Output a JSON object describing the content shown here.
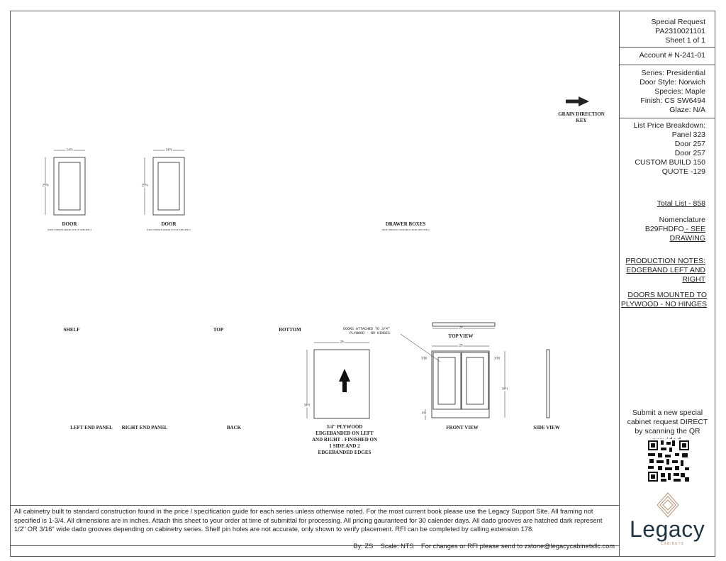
{
  "header": {
    "title": "Special Request",
    "request_number": "PA2310021101",
    "sheet": "Sheet 1 of 1",
    "account": "Account # N-241-01"
  },
  "specs": {
    "series": "Series: Presidential",
    "door_style": "Door Style: Norwich",
    "species": "Species: Maple",
    "finish": "Finish: CS SW6494",
    "glaze": "Glaze: N/A"
  },
  "price": {
    "heading": "List Price Breakdown:",
    "items": [
      "Panel 323",
      "Door 257",
      "Door 257",
      "CUSTOM BUILD 150",
      "QUOTE -129"
    ],
    "total": "Total List - 858"
  },
  "nomenclature": {
    "label": "Nomenclature",
    "code": "B29FHDFO",
    "suffix_1": " - SEE",
    "suffix_2": "DRAWING"
  },
  "production_notes": {
    "line1": "PRODUCTION NOTES:",
    "line2": "EDGEBAND LEFT AND",
    "line3": "RIGHT",
    "line4": "DOORS MOUNTED TO",
    "line5": "PLYWOOD - NO HINGES"
  },
  "qr_prompt": "Submit a new special cabinet request DIRECT by scanning the QR provided.",
  "logo": {
    "name": "Legacy",
    "sub": "CABINETS"
  },
  "drawing": {
    "grain_label_1": "GRAIN DIRECTION",
    "grain_label_2": "KEY",
    "door_label": "DOOR",
    "door_sub": "(NOT SHOWN DOOR STYLE SPECIFIC)",
    "door_width": "14⅞",
    "door_height": "29⅞",
    "drawer_label": "DRAWER BOXES",
    "drawer_sub": "(NOT SHOWN CONSTRUCTION SPECIFIC)",
    "shelf": "SHELF",
    "top": "TOP",
    "bottom": "BOTTOM",
    "left_end": "LEFT END PANEL",
    "right_end": "RIGHT END PANEL",
    "back": "BACK",
    "plywood_width": "29",
    "plywood_height": "34½",
    "plywood_label": [
      "3/4\" PLYWOOD",
      "EDGEBANDED ON LEFT",
      "AND RIGHT - FINISHED ON",
      "1 SIDE AND 2",
      "EDGEBANDED EDGES"
    ],
    "note_1": "DOORS ATTACHED TO 3/4\"",
    "note_2": "PLYWOOD - NO HINGES",
    "top_view": "TOP VIEW",
    "top_width": "29",
    "front_view": "FRONT VIEW",
    "front_width": "29",
    "front_height": "34½",
    "reveal": "3⁄16",
    "bottom_gap": "4¾",
    "side_view": "SIDE VIEW"
  },
  "footer": {
    "disclaimer": "All cabinetry built to standard construction found in the price / specification guide for each series unless otherwise noted. For the most current book please use the Legacy Support Site. All framing not specified is 1-3/4. All dimensions are in inches. Attach this sheet to your order at time of submittal for processing. All pricing gauranteed for 30 calender days. All dado grooves are hatched dark represent 1/2\" OR 3/16\" wide dado grooves depending on cabinetry series. Shelf pin holes are not accurate, only shown to verify placement. RFI can be completed by calling extension 178.",
    "by": "By: ZS",
    "scale": "Scale: NTS",
    "contact": "For changes or RFI please send to zstone@legacycabinetsllc.com"
  },
  "colors": {
    "line": "#222222",
    "logo_text": "#1f3340",
    "logo_accent": "#b89478"
  }
}
